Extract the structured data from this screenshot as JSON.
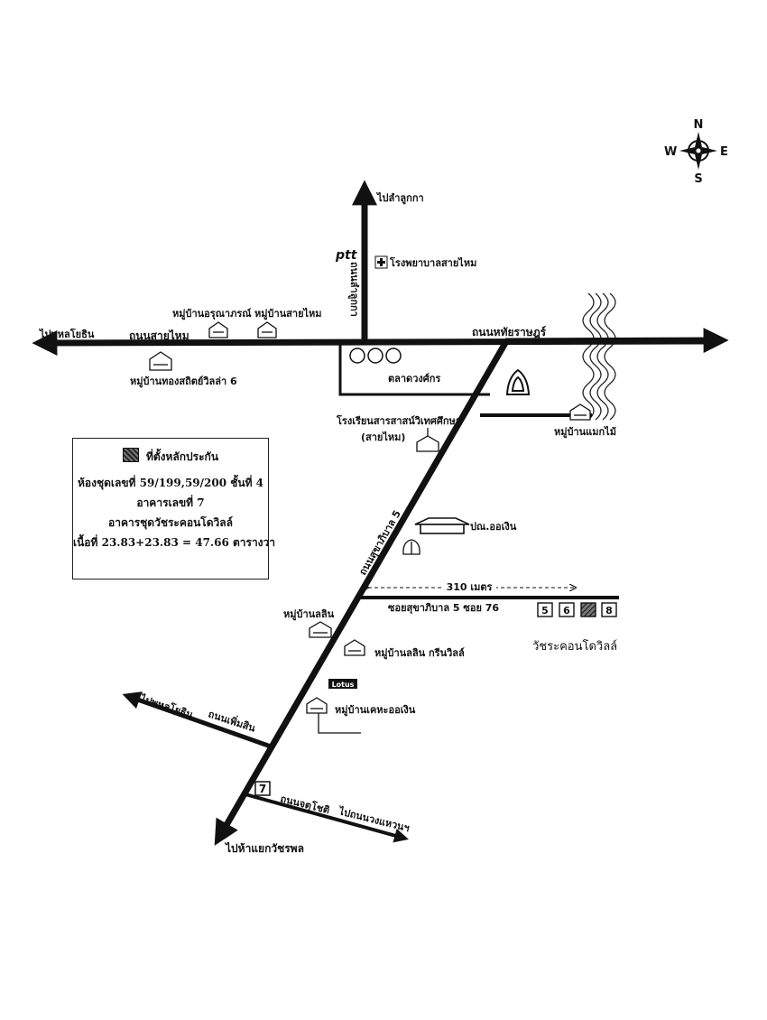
{
  "compass": {
    "north": "N",
    "south": "S",
    "east": "E",
    "west": "W"
  },
  "roads": {
    "sai_mai": "ถนนสายไหม",
    "hathai_rat": "ถนนหทัยราษฎร์",
    "lam_luk_ka_rd": "ถนนลำลูกกา",
    "sukhaphiban_5": "ถนนสุขาภิบาล 5",
    "soi_76": "ซอยสุขาภิบาล 5 ซอย 76",
    "phoem_sin": "ถนนเพิ่มสิน",
    "chatuchot": "ถนนจตุโชติ"
  },
  "directions": {
    "to_lam_luk_ka": "ไปลำลูกกา",
    "to_phahonyothin_top": "ไปพหลโยธิน",
    "to_phahonyothin_bottom": "ไปพหลโยธิน",
    "to_watcharapol": "ไปห้าแยกวัชรพล",
    "to_ring_road": "ไปถนนวงแหวนฯ"
  },
  "landmarks": {
    "ptt": "ptt",
    "hospital": "โรงพยาบาลสายไหม",
    "aroonparn": "หมู่บ้านอรุณาภรณ์",
    "sai_mai_village": "หมู่บ้านสายไหม",
    "thongsathit": "หมู่บ้านทองสถิตย์วิลล่า 6",
    "market": "ตลาดวงศ์กร",
    "school_line1": "โรงเรียนสารสาสน์วิเทศศึกษา",
    "school_line2": "(สายไหม)",
    "maekmai": "หมู่บ้านแมกไม้",
    "post_office": "ปณ.ออเงิน",
    "lalin": "หมู่บ้านลลิน",
    "lalin_greenville": "หมู่บ้านลลิน กรีนวิลล์",
    "lotus": "Lotus",
    "khe_ha": "หมู่บ้านเคหะออเงิน",
    "distance": "310 เมตร",
    "condo_name": "วัชระคอนโดวิลล์"
  },
  "buildings": [
    "5",
    "6",
    "7",
    "8"
  ],
  "highlighted_building": "7",
  "legend": {
    "title": "ที่ตั้งหลักประกัน",
    "line1": "ห้องชุดเลขที่ 59/199,59/200 ชั้นที่ 4",
    "line2": "อาคารเลขที่ 7",
    "line3": "อาคารชุดวัชระคอนโดวิลล์",
    "line4": "เนื้อที่ 23.83+23.83 = 47.66 ตารางวา"
  },
  "seven_eleven": "7"
}
